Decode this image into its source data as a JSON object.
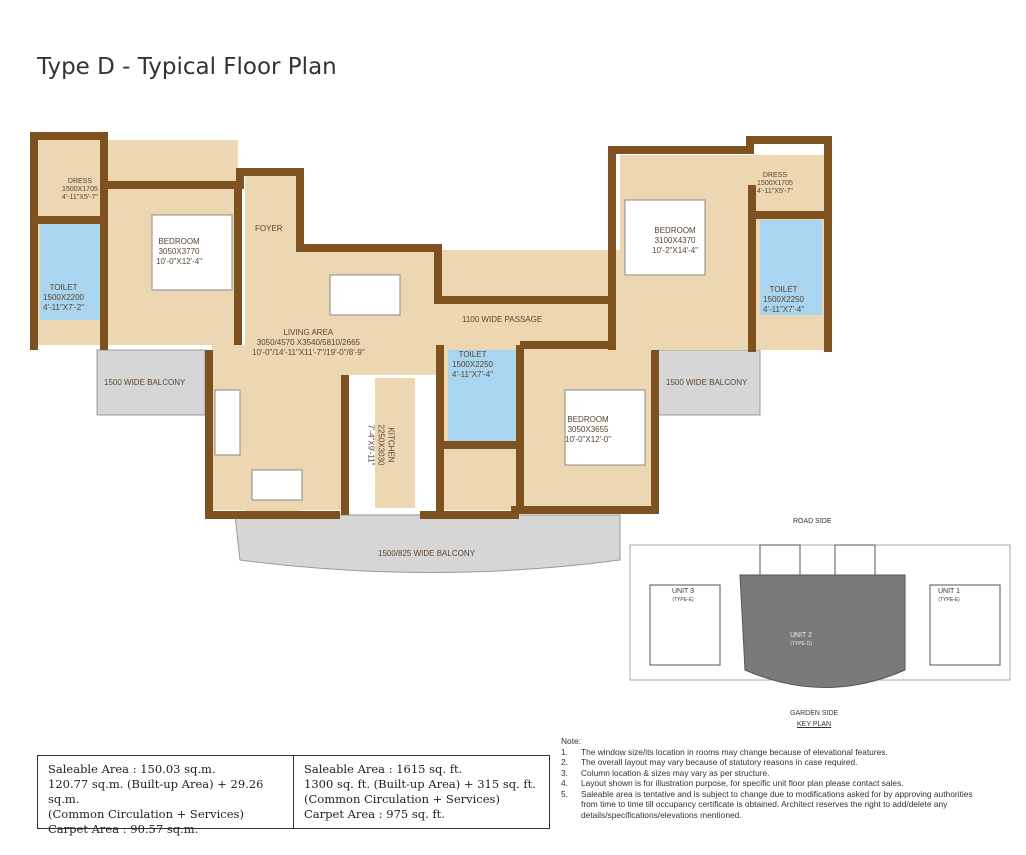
{
  "title": "Type D - Typical Floor Plan",
  "rooms": {
    "dress_left": [
      "DRESS",
      "1500X1705",
      "4'-11\"X5'-7\""
    ],
    "toilet_left": [
      "TOILET",
      "1500X2200",
      "4'-11\"X7'-2\""
    ],
    "bedroom_left": [
      "BEDROOM",
      "3050X3770",
      "10'-0\"X12'-4\""
    ],
    "foyer": "FOYER",
    "living": [
      "LIVING AREA",
      "3050/4570 X3540/5810/2665",
      "10'-0\"/14'-11\"X11'-7\"/19'-0\"/8'-9\""
    ],
    "passage": "1100 WIDE PASSAGE",
    "bedroom_right": [
      "BEDROOM",
      "3100X4370",
      "10'-2\"X14'-4\""
    ],
    "dress_right": [
      "DRESS",
      "1500X1705",
      "4'-11\"X5'-7\""
    ],
    "toilet_right": [
      "TOILET",
      "1500X2250",
      "4'-11\"X7'-4\""
    ],
    "toilet_center": [
      "TOILET",
      "1500X2250",
      "4'-11\"X7'-4\""
    ],
    "bedroom_bottom": [
      "BEDROOM",
      "3050X3655",
      "10'-0\"X12'-0\""
    ],
    "kitchen": [
      "KITCHEN",
      "2250X3030",
      "7'-4\"X9'-11\""
    ],
    "balcony_left": "1500 WIDE BALCONY",
    "balcony_right": "1500 WIDE BALCONY",
    "balcony_bottom": "1500/825 WIDE BALCONY"
  },
  "key_plan": {
    "road_side": "ROAD SIDE",
    "unit3": [
      "UNIT 3",
      "(TYPE-E)"
    ],
    "unit1": [
      "UNIT 1",
      "(TYPE-E)"
    ],
    "unit2": [
      "UNIT 2",
      "(TYPE-D)"
    ],
    "garden_side": "GARDEN SIDE",
    "label": "KEY PLAN"
  },
  "areas": {
    "metric": [
      "Saleable Area : 150.03 sq.m.",
      "120.77 sq.m. (Built-up Area) + 29.26 sq.m.",
      "(Common Circulation + Services)",
      "Carpet Area : 90.57 sq.m."
    ],
    "imperial": [
      "Saleable Area : 1615 sq. ft.",
      "1300 sq. ft. (Built-up Area) + 315 sq. ft.",
      "(Common Circulation + Services)",
      "Carpet Area : 975 sq. ft."
    ]
  },
  "notes": {
    "heading": "Note:",
    "items": [
      {
        "n": "1.",
        "text": "The window size/its location in rooms may change because of elevational features."
      },
      {
        "n": "2.",
        "text": "The overall layout may vary because of statutory reasons in case required."
      },
      {
        "n": "3.",
        "text": "Column location & sizes may vary as per structure."
      },
      {
        "n": "4.",
        "text": "Layout shown is for illustration purpose, for specific unit floor plan please contact sales."
      },
      {
        "n": "5.",
        "text": "Saleable area is tentative and is subject to change due to modifications asked for by approving authorities from time to time till occupancy certificate is obtained. Architect reserves the right to add/delete any details/specifications/elevations mentioned."
      }
    ]
  },
  "colors": {
    "wall": "#7d5120",
    "floor": "#ecd7b2",
    "toilet": "#a9d5f0",
    "balcony": "#d6d6d6"
  }
}
